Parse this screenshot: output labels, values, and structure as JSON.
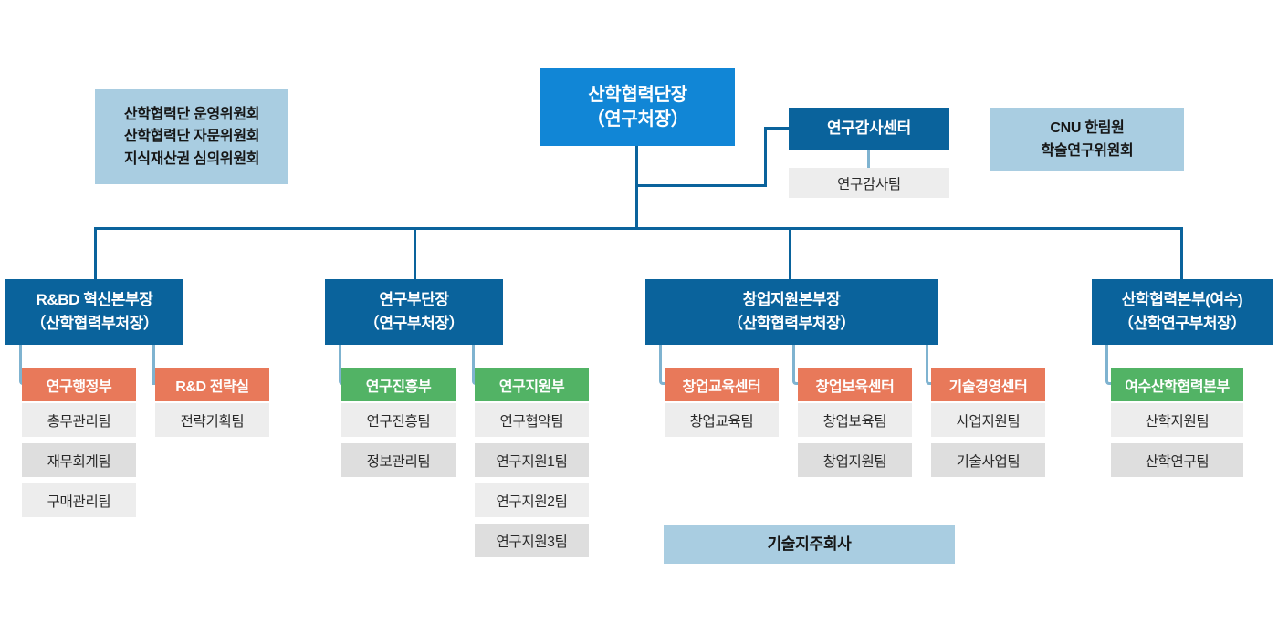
{
  "colors": {
    "root_blue": "#1186d6",
    "division_blue": "#0a639c",
    "info_blue": "#a9cde1",
    "dept_orange": "#e8795a",
    "dept_green": "#52b365",
    "team_gray_light": "#ededed",
    "team_gray_dark": "#dedede",
    "connector_dark": "#0a639c",
    "connector_light": "#7fb3d0"
  },
  "root": {
    "line1": "산학협력단장",
    "line2": "（연구처장）"
  },
  "audit_center": {
    "title": "연구감사센터",
    "teams": [
      "연구감사팀"
    ]
  },
  "committees": {
    "lines": [
      "산학협력단 운영위원회",
      "산학협력단 자문위원회",
      "지식재산권 심의위원회"
    ]
  },
  "advisory": {
    "lines": [
      "CNU 한림원",
      "학술연구위원회"
    ]
  },
  "holding_company": {
    "label": "기술지주회사"
  },
  "divisions": [
    {
      "id": "rnbd",
      "line1": "R&BD 혁신본부장",
      "line2": "（산학협력부처장）",
      "departments": [
        {
          "name": "연구행정부",
          "style": "orange",
          "teams": [
            "총무관리팀",
            "재무회계팀",
            "구매관리팀"
          ]
        },
        {
          "name": "R&D 전략실",
          "style": "orange",
          "teams": [
            "전략기획팀"
          ]
        }
      ]
    },
    {
      "id": "research",
      "line1": "연구부단장",
      "line2": "（연구부처장）",
      "departments": [
        {
          "name": "연구진흥부",
          "style": "green",
          "teams": [
            "연구진흥팀",
            "정보관리팀"
          ]
        },
        {
          "name": "연구지원부",
          "style": "green",
          "teams": [
            "연구협약팀",
            "연구지원1팀",
            "연구지원2팀",
            "연구지원3팀"
          ]
        }
      ]
    },
    {
      "id": "startup",
      "line1": "창업지원본부장",
      "line2": "（산학협력부처장）",
      "departments": [
        {
          "name": "창업교육센터",
          "style": "orange",
          "teams": [
            "창업교육팀"
          ]
        },
        {
          "name": "창업보육센터",
          "style": "orange",
          "teams": [
            "창업보육팀",
            "창업지원팀"
          ]
        },
        {
          "name": "기술경영센터",
          "style": "orange",
          "teams": [
            "사업지원팀",
            "기술사업팀"
          ]
        }
      ]
    },
    {
      "id": "yeosu",
      "line1": "산학협력본부(여수)",
      "line2": "（산학연구부처장）",
      "departments": [
        {
          "name": "여수산학협력본부",
          "style": "green",
          "teams": [
            "산학지원팀",
            "산학연구팀"
          ]
        }
      ]
    }
  ]
}
